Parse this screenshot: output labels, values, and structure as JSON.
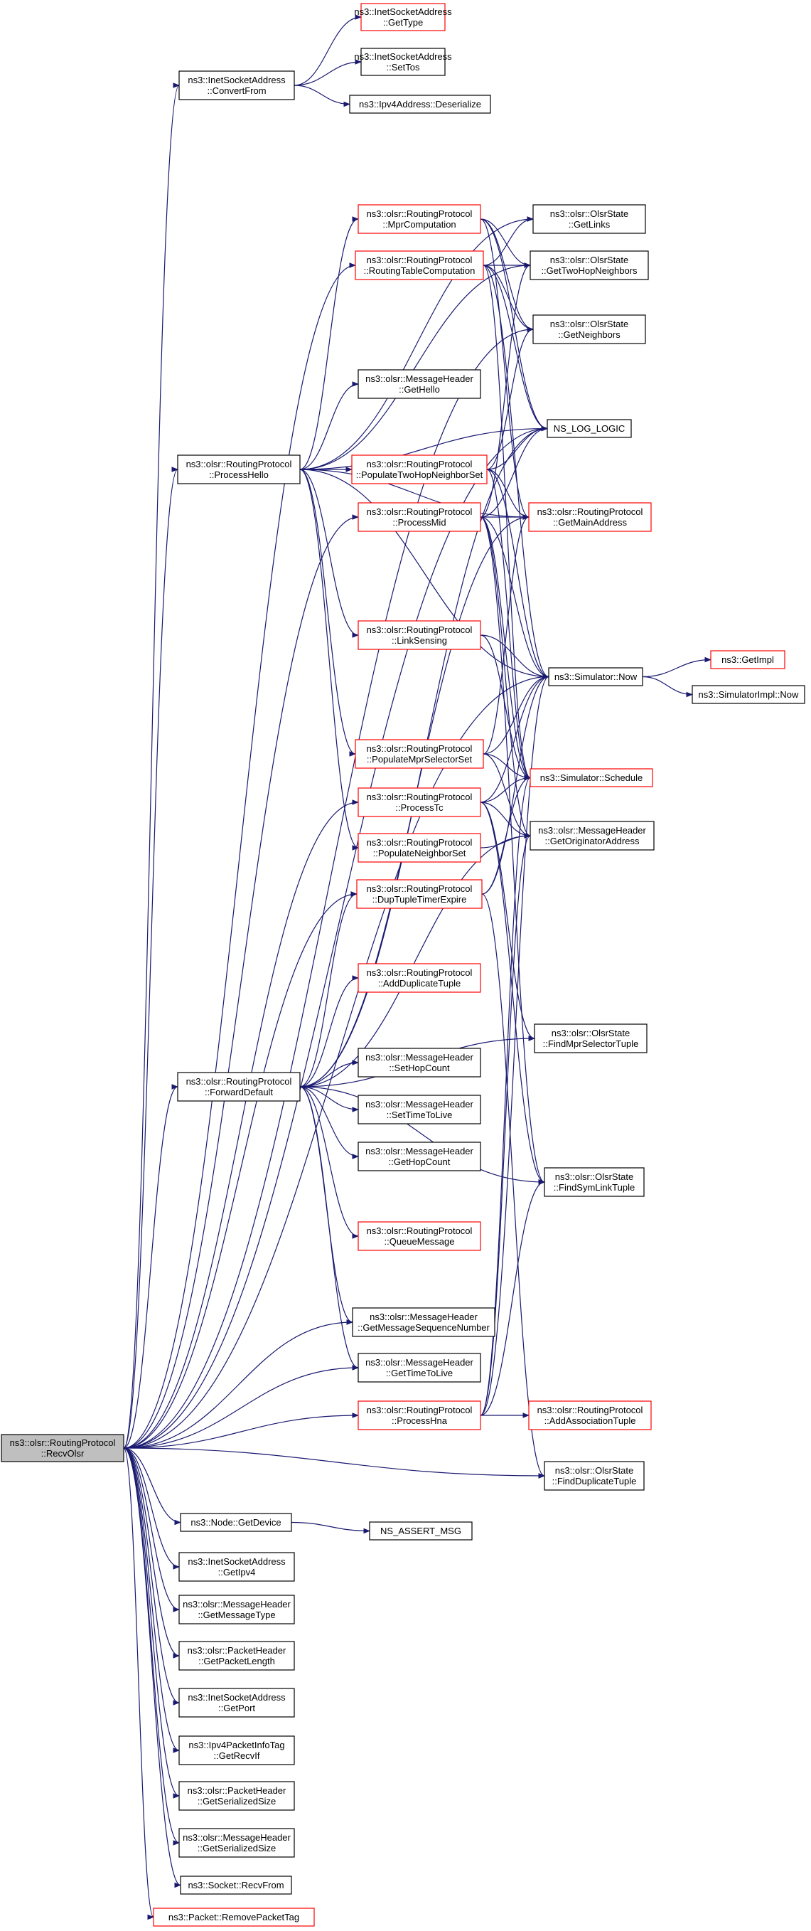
{
  "colors": {
    "edge": "#191970",
    "box_black": "#000000",
    "box_red": "#ff0000",
    "root_fill": "#bfbfbf",
    "background": "#ffffff"
  },
  "nodes": [
    {
      "id": "recv",
      "lines": [
        "ns3::olsr::RoutingProtocol",
        "::RecvOlsr"
      ],
      "border": "black",
      "root": true
    },
    {
      "id": "convertfrom",
      "lines": [
        "ns3::InetSocketAddress",
        "::ConvertFrom"
      ],
      "border": "black"
    },
    {
      "id": "gettype",
      "lines": [
        "ns3::InetSocketAddress",
        "::GetType"
      ],
      "border": "red"
    },
    {
      "id": "settos",
      "lines": [
        "ns3::InetSocketAddress",
        "::SetTos"
      ],
      "border": "black"
    },
    {
      "id": "deserialize",
      "lines": [
        "ns3::Ipv4Address::Deserialize"
      ],
      "border": "black"
    },
    {
      "id": "getlinks",
      "lines": [
        "ns3::olsr::OlsrState",
        "::GetLinks"
      ],
      "border": "black"
    },
    {
      "id": "mprcomp",
      "lines": [
        "ns3::olsr::RoutingProtocol",
        "::MprComputation"
      ],
      "border": "red"
    },
    {
      "id": "gettwohop",
      "lines": [
        "ns3::olsr::OlsrState",
        "::GetTwoHopNeighbors"
      ],
      "border": "black"
    },
    {
      "id": "rtcomp",
      "lines": [
        "ns3::olsr::RoutingProtocol",
        "::RoutingTableComputation"
      ],
      "border": "red"
    },
    {
      "id": "getneighbors",
      "lines": [
        "ns3::olsr::OlsrState",
        "::GetNeighbors"
      ],
      "border": "black"
    },
    {
      "id": "gethello",
      "lines": [
        "ns3::olsr::MessageHeader",
        "::GetHello"
      ],
      "border": "black"
    },
    {
      "id": "nslog",
      "lines": [
        "NS_LOG_LOGIC"
      ],
      "border": "black"
    },
    {
      "id": "processhello",
      "lines": [
        "ns3::olsr::RoutingProtocol",
        "::ProcessHello"
      ],
      "border": "black"
    },
    {
      "id": "poptwohop",
      "lines": [
        "ns3::olsr::RoutingProtocol",
        "::PopulateTwoHopNeighborSet"
      ],
      "border": "red"
    },
    {
      "id": "processmid",
      "lines": [
        "ns3::olsr::RoutingProtocol",
        "::ProcessMid"
      ],
      "border": "red"
    },
    {
      "id": "getmainaddr",
      "lines": [
        "ns3::olsr::RoutingProtocol",
        "::GetMainAddress"
      ],
      "border": "red"
    },
    {
      "id": "linksensing",
      "lines": [
        "ns3::olsr::RoutingProtocol",
        "::LinkSensing"
      ],
      "border": "red"
    },
    {
      "id": "simnow",
      "lines": [
        "ns3::Simulator::Now"
      ],
      "border": "black"
    },
    {
      "id": "getimpl",
      "lines": [
        "ns3::GetImpl"
      ],
      "border": "red"
    },
    {
      "id": "simimplnow",
      "lines": [
        "ns3::SimulatorImpl::Now"
      ],
      "border": "black"
    },
    {
      "id": "popmprsel",
      "lines": [
        "ns3::olsr::RoutingProtocol",
        "::PopulateMprSelectorSet"
      ],
      "border": "red"
    },
    {
      "id": "schedule",
      "lines": [
        "ns3::Simulator::Schedule"
      ],
      "border": "red"
    },
    {
      "id": "processtc",
      "lines": [
        "ns3::olsr::RoutingProtocol",
        "::ProcessTc"
      ],
      "border": "red"
    },
    {
      "id": "getorigaddr",
      "lines": [
        "ns3::olsr::MessageHeader",
        "::GetOriginatorAddress"
      ],
      "border": "black"
    },
    {
      "id": "popneigh",
      "lines": [
        "ns3::olsr::RoutingProtocol",
        "::PopulateNeighborSet"
      ],
      "border": "red"
    },
    {
      "id": "duptuple",
      "lines": [
        "ns3::olsr::RoutingProtocol",
        "::DupTupleTimerExpire"
      ],
      "border": "red"
    },
    {
      "id": "adddup",
      "lines": [
        "ns3::olsr::RoutingProtocol",
        "::AddDuplicateTuple"
      ],
      "border": "red"
    },
    {
      "id": "findmprsel",
      "lines": [
        "ns3::olsr::OlsrState",
        "::FindMprSelectorTuple"
      ],
      "border": "black"
    },
    {
      "id": "sethopcount",
      "lines": [
        "ns3::olsr::MessageHeader",
        "::SetHopCount"
      ],
      "border": "black"
    },
    {
      "id": "forward",
      "lines": [
        "ns3::olsr::RoutingProtocol",
        "::ForwardDefault"
      ],
      "border": "black"
    },
    {
      "id": "setttl",
      "lines": [
        "ns3::olsr::MessageHeader",
        "::SetTimeToLive"
      ],
      "border": "black"
    },
    {
      "id": "gethopcount",
      "lines": [
        "ns3::olsr::MessageHeader",
        "::GetHopCount"
      ],
      "border": "black"
    },
    {
      "id": "findsym",
      "lines": [
        "ns3::olsr::OlsrState",
        "::FindSymLinkTuple"
      ],
      "border": "black"
    },
    {
      "id": "queuemsg",
      "lines": [
        "ns3::olsr::RoutingProtocol",
        "::QueueMessage"
      ],
      "border": "red"
    },
    {
      "id": "getseqnum",
      "lines": [
        "ns3::olsr::MessageHeader",
        "::GetMessageSequenceNumber"
      ],
      "border": "black"
    },
    {
      "id": "getttl",
      "lines": [
        "ns3::olsr::MessageHeader",
        "::GetTimeToLive"
      ],
      "border": "black"
    },
    {
      "id": "processhna",
      "lines": [
        "ns3::olsr::RoutingProtocol",
        "::ProcessHna"
      ],
      "border": "red"
    },
    {
      "id": "addassoc",
      "lines": [
        "ns3::olsr::RoutingProtocol",
        "::AddAssociationTuple"
      ],
      "border": "red"
    },
    {
      "id": "finddup",
      "lines": [
        "ns3::olsr::OlsrState",
        "::FindDuplicateTuple"
      ],
      "border": "black"
    },
    {
      "id": "getdevice",
      "lines": [
        "ns3::Node::GetDevice"
      ],
      "border": "black"
    },
    {
      "id": "assertmsg",
      "lines": [
        "NS_ASSERT_MSG"
      ],
      "border": "black"
    },
    {
      "id": "getipv4",
      "lines": [
        "ns3::InetSocketAddress",
        "::GetIpv4"
      ],
      "border": "black"
    },
    {
      "id": "getmsgtype",
      "lines": [
        "ns3::olsr::MessageHeader",
        "::GetMessageType"
      ],
      "border": "black"
    },
    {
      "id": "getpktlen",
      "lines": [
        "ns3::olsr::PacketHeader",
        "::GetPacketLength"
      ],
      "border": "black"
    },
    {
      "id": "getport",
      "lines": [
        "ns3::InetSocketAddress",
        "::GetPort"
      ],
      "border": "black"
    },
    {
      "id": "getrecvif",
      "lines": [
        "ns3::Ipv4PacketInfoTag",
        "::GetRecvIf"
      ],
      "border": "black"
    },
    {
      "id": "pktsersize",
      "lines": [
        "ns3::olsr::PacketHeader",
        "::GetSerializedSize"
      ],
      "border": "black"
    },
    {
      "id": "msgsersize",
      "lines": [
        "ns3::olsr::MessageHeader",
        "::GetSerializedSize"
      ],
      "border": "black"
    },
    {
      "id": "recvfrom",
      "lines": [
        "ns3::Socket::RecvFrom"
      ],
      "border": "black"
    },
    {
      "id": "removetag",
      "lines": [
        "ns3::Packet::RemovePacketTag"
      ],
      "border": "red"
    }
  ],
  "edges": [
    [
      "recv",
      "convertfrom"
    ],
    [
      "convertfrom",
      "gettype"
    ],
    [
      "convertfrom",
      "settos"
    ],
    [
      "convertfrom",
      "deserialize"
    ],
    [
      "recv",
      "processhello"
    ],
    [
      "recv",
      "processmid"
    ],
    [
      "recv",
      "processtc"
    ],
    [
      "recv",
      "forward"
    ],
    [
      "recv",
      "processhna"
    ],
    [
      "recv",
      "rtcomp"
    ],
    [
      "recv",
      "getneighbors"
    ],
    [
      "recv",
      "nslog"
    ],
    [
      "recv",
      "simnow"
    ],
    [
      "recv",
      "duptuple"
    ],
    [
      "recv",
      "getseqnum"
    ],
    [
      "recv",
      "getttl"
    ],
    [
      "recv",
      "finddup"
    ],
    [
      "recv",
      "getdevice"
    ],
    [
      "recv",
      "getipv4"
    ],
    [
      "recv",
      "getmsgtype"
    ],
    [
      "recv",
      "getpktlen"
    ],
    [
      "recv",
      "getport"
    ],
    [
      "recv",
      "getrecvif"
    ],
    [
      "recv",
      "pktsersize"
    ],
    [
      "recv",
      "msgsersize"
    ],
    [
      "recv",
      "recvfrom"
    ],
    [
      "recv",
      "removetag"
    ],
    [
      "processhello",
      "getlinks"
    ],
    [
      "processhello",
      "mprcomp"
    ],
    [
      "processhello",
      "gettwohop"
    ],
    [
      "processhello",
      "gethello"
    ],
    [
      "processhello",
      "nslog"
    ],
    [
      "processhello",
      "poptwohop"
    ],
    [
      "processhello",
      "simnow"
    ],
    [
      "processhello",
      "linksensing"
    ],
    [
      "processhello",
      "popmprsel"
    ],
    [
      "processhello",
      "popneigh"
    ],
    [
      "processhello",
      "getmainaddr"
    ],
    [
      "mprcomp",
      "gettwohop"
    ],
    [
      "mprcomp",
      "getneighbors"
    ],
    [
      "mprcomp",
      "nslog"
    ],
    [
      "mprcomp",
      "getmainaddr"
    ],
    [
      "rtcomp",
      "getlinks"
    ],
    [
      "rtcomp",
      "gettwohop"
    ],
    [
      "rtcomp",
      "getneighbors"
    ],
    [
      "rtcomp",
      "nslog"
    ],
    [
      "rtcomp",
      "simnow"
    ],
    [
      "rtcomp",
      "schedule"
    ],
    [
      "poptwohop",
      "getneighbors"
    ],
    [
      "poptwohop",
      "nslog"
    ],
    [
      "poptwohop",
      "simnow"
    ],
    [
      "poptwohop",
      "getmainaddr"
    ],
    [
      "poptwohop",
      "schedule"
    ],
    [
      "processmid",
      "nslog"
    ],
    [
      "processmid",
      "gettwohop"
    ],
    [
      "processmid",
      "getmainaddr"
    ],
    [
      "processmid",
      "simnow"
    ],
    [
      "processmid",
      "schedule"
    ],
    [
      "processmid",
      "getorigaddr"
    ],
    [
      "processmid",
      "findsym"
    ],
    [
      "linksensing",
      "simnow"
    ],
    [
      "linksensing",
      "schedule"
    ],
    [
      "simnow",
      "getimpl"
    ],
    [
      "simnow",
      "simimplnow"
    ],
    [
      "popmprsel",
      "getmainaddr"
    ],
    [
      "popmprsel",
      "simnow"
    ],
    [
      "popmprsel",
      "schedule"
    ],
    [
      "popmprsel",
      "getorigaddr"
    ],
    [
      "processtc",
      "simnow"
    ],
    [
      "processtc",
      "schedule"
    ],
    [
      "processtc",
      "getorigaddr"
    ],
    [
      "processtc",
      "findmprsel"
    ],
    [
      "processtc",
      "findsym"
    ],
    [
      "popneigh",
      "getorigaddr"
    ],
    [
      "duptuple",
      "simnow"
    ],
    [
      "duptuple",
      "schedule"
    ],
    [
      "duptuple",
      "finddup"
    ],
    [
      "forward",
      "adddup"
    ],
    [
      "forward",
      "sethopcount"
    ],
    [
      "forward",
      "setttl"
    ],
    [
      "forward",
      "gethopcount"
    ],
    [
      "forward",
      "queuemsg"
    ],
    [
      "forward",
      "getseqnum"
    ],
    [
      "forward",
      "getttl"
    ],
    [
      "forward",
      "findmprsel"
    ],
    [
      "forward",
      "findsym"
    ],
    [
      "forward",
      "getorigaddr"
    ],
    [
      "forward",
      "nslog"
    ],
    [
      "forward",
      "getmainaddr"
    ],
    [
      "forward",
      "duptuple"
    ],
    [
      "processhna",
      "addassoc"
    ],
    [
      "processhna",
      "simnow"
    ],
    [
      "processhna",
      "schedule"
    ],
    [
      "processhna",
      "getorigaddr"
    ],
    [
      "processhna",
      "findsym"
    ],
    [
      "getdevice",
      "assertmsg"
    ]
  ]
}
